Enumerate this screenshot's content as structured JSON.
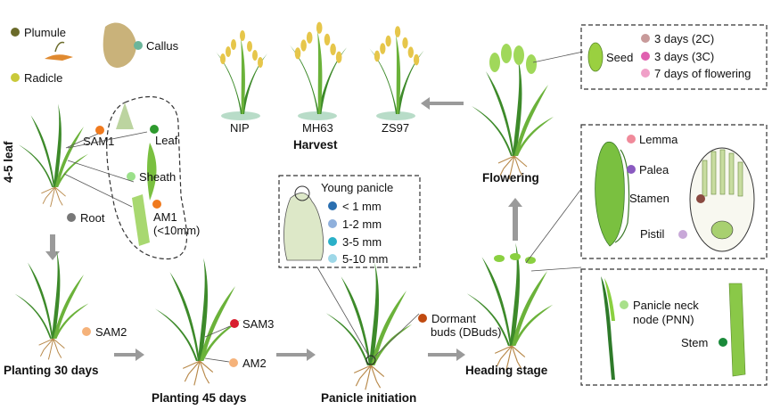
{
  "legend": {
    "plumule": "Plumule",
    "radicle": "Radicle",
    "callus": "Callus"
  },
  "stages": {
    "leaf_stage": "4-5 leaf",
    "planting30": "Planting 30 days",
    "planting45": "Planting 45 days",
    "panicle_initiation": "Panicle initiation",
    "heading": "Heading stage",
    "flowering": "Flowering",
    "harvest": "Harvest"
  },
  "cultivars": [
    "NIP",
    "MH63",
    "ZS97"
  ],
  "tissues": {
    "sam1": "SAM1",
    "leaf": "Leaf",
    "sheath": "Sheath",
    "am1_line1": "AM1",
    "am1_line2": "(<10mm)",
    "root": "Root",
    "sam2": "SAM2",
    "sam3": "SAM3",
    "am2": "AM2",
    "dbuds_line1": "Dormant",
    "dbuds_line2": "buds (DBuds)",
    "lemma": "Lemma",
    "palea": "Palea",
    "stamen": "Stamen",
    "pistil": "Pistil",
    "pnn_line1": "Panicle neck",
    "pnn_line2": "node (PNN)",
    "stem": "Stem",
    "seed": "Seed"
  },
  "young_panicle": {
    "title": "Young panicle",
    "sizes": [
      "< 1 mm",
      "1-2 mm",
      "3-5 mm",
      "5-10 mm"
    ]
  },
  "seed_stages": [
    "3 days (2C)",
    "3 days (3C)",
    "7 days of flowering"
  ],
  "colors": {
    "plumule": "#6b6b2a",
    "radicle": "#c9c93a",
    "callus": "#6bb59a",
    "sam1": "#f07a1e",
    "leaf": "#2e9a2e",
    "sheath": "#9be08a",
    "am1": "#f07a1e",
    "root": "#777777",
    "sam2": "#f5b27a",
    "sam3": "#d81e2e",
    "am2": "#f5b27a",
    "dbuds": "#c04a10",
    "yp1": "#2a6fb0",
    "yp2": "#8fb0dc",
    "yp3": "#2ab0c8",
    "yp4": "#9ed8e8",
    "seed1": "#c89a9a",
    "seed2": "#e060b0",
    "seed3": "#f0a0c8",
    "lemma": "#f08a9a",
    "palea": "#8a5ac0",
    "stamen": "#8a4a40",
    "pistil": "#c8a8d8",
    "pnn": "#a8e08a",
    "stem": "#1a8a3a"
  }
}
